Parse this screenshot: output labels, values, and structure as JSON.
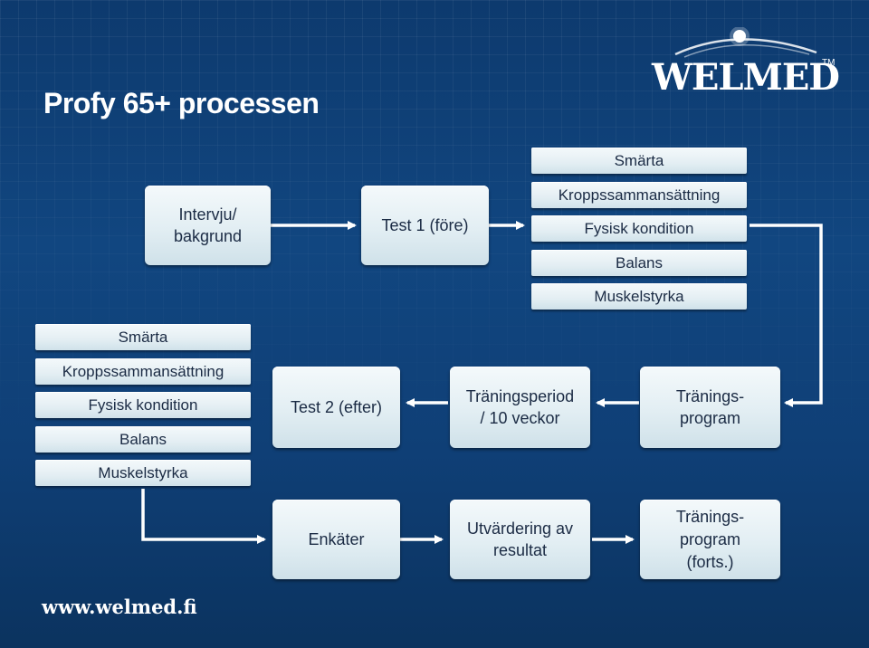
{
  "title": "Profy 65+ processen",
  "logo": {
    "text": "WELMED",
    "tm": "TM"
  },
  "website": "www.welmed.fi",
  "boxes": {
    "intervju": "Intervju/\nbakgrund",
    "test1": "Test 1 (före)",
    "test2": "Test 2 (efter)",
    "traningsperiod": "Träningsperiod\n/ 10 veckor",
    "traningsprogram": "Tränings-\nprogram",
    "enkater": "Enkäter",
    "utvardering": "Utvärdering av\nresultat",
    "traningsprogram_forts": "Tränings-\nprogram\n(forts.)"
  },
  "test1_measures": [
    "Smärta",
    "Kroppssammansättning",
    "Fysisk kondition",
    "Balans",
    "Muskelstyrka"
  ],
  "test2_measures": [
    "Smärta",
    "Kroppssammansättning",
    "Fysisk kondition",
    "Balans",
    "Muskelstyrka"
  ],
  "colors": {
    "background": "#114680",
    "box_text": "#1b2b44",
    "arrow": "#ffffff"
  }
}
